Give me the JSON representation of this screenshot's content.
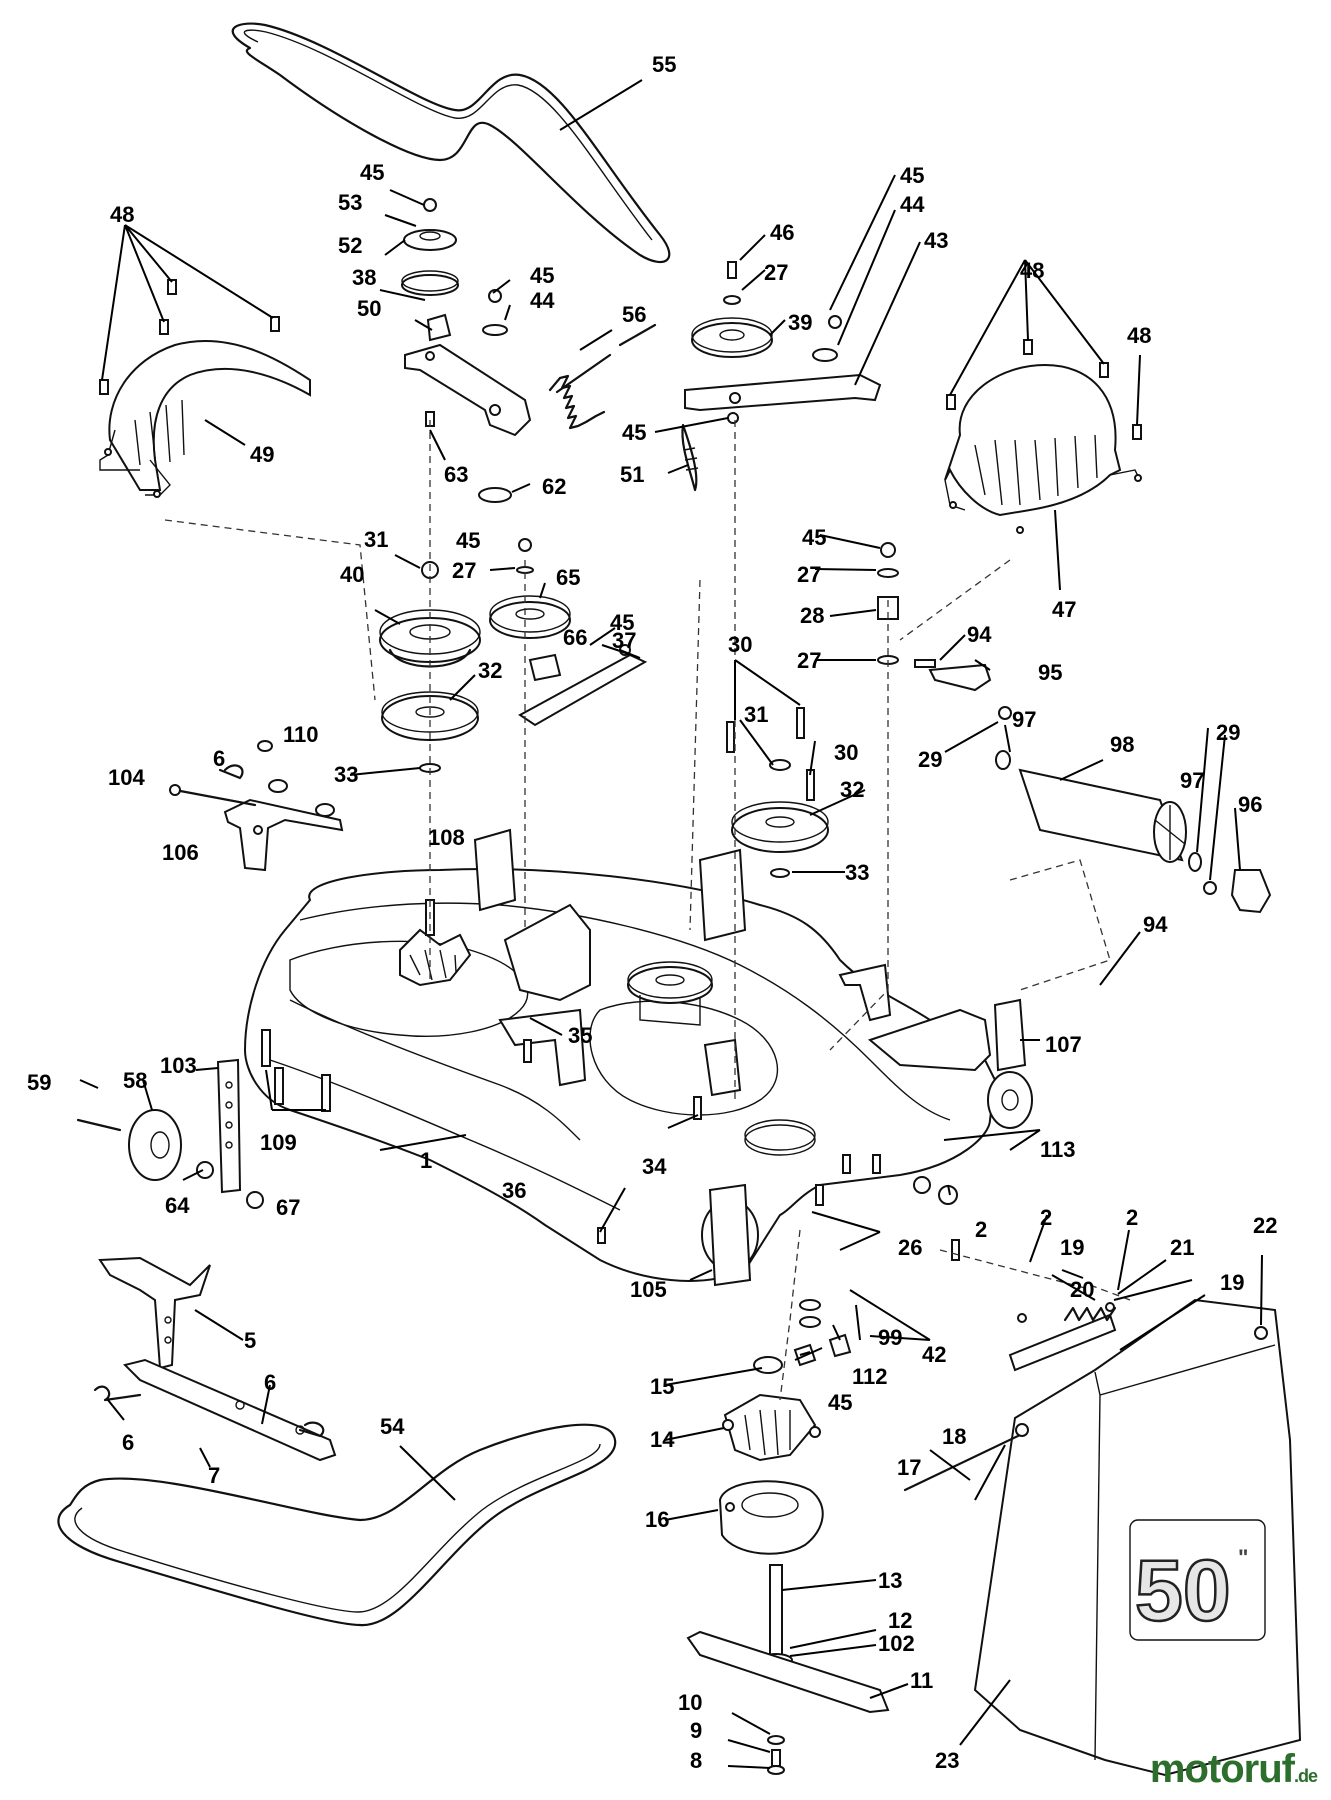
{
  "diagram": {
    "decal_text": "50",
    "decal_unit": "\"",
    "callouts": [
      "55",
      "45",
      "53",
      "52",
      "38",
      "50",
      "45",
      "44",
      "56",
      "63",
      "62",
      "46",
      "27",
      "39",
      "45",
      "44",
      "43",
      "45",
      "51",
      "48",
      "49",
      "48",
      "48",
      "47",
      "31",
      "45",
      "27",
      "65",
      "40",
      "45",
      "66",
      "37",
      "32",
      "33",
      "110",
      "6",
      "104",
      "106",
      "108",
      "30",
      "31",
      "30",
      "32",
      "33",
      "45",
      "27",
      "28",
      "27",
      "94",
      "95",
      "29",
      "97",
      "98",
      "29",
      "97",
      "96",
      "94",
      "107",
      "35",
      "34",
      "36",
      "1",
      "103",
      "59",
      "58",
      "109",
      "64",
      "67",
      "105",
      "26",
      "2",
      "113",
      "2",
      "19",
      "2",
      "21",
      "22",
      "20",
      "19",
      "99",
      "42",
      "112",
      "45",
      "15",
      "14",
      "5",
      "6",
      "6",
      "7",
      "54",
      "16",
      "18",
      "17",
      "13",
      "12",
      "102",
      "11",
      "10",
      "9",
      "8",
      "23"
    ]
  },
  "watermark": {
    "brand": "motoruf",
    "tld": ".de"
  },
  "colors": {
    "ink": "#111111",
    "background": "#ffffff",
    "watermark": "#2c6e2c"
  }
}
